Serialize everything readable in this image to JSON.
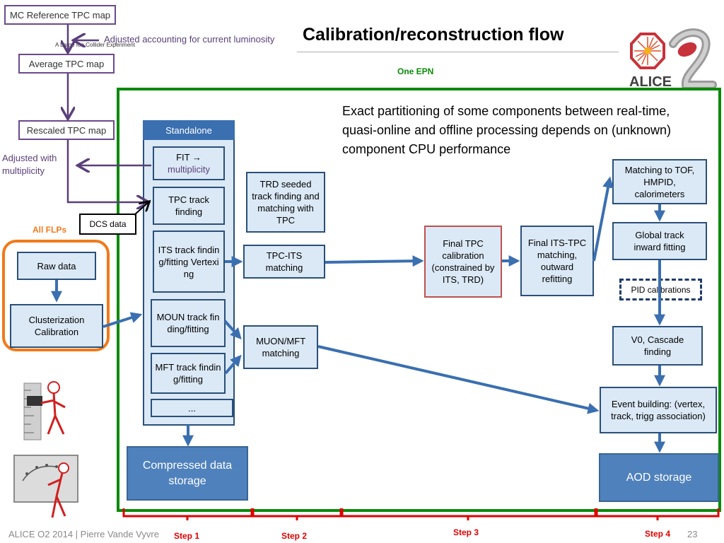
{
  "slide": {
    "title": "Calibration/reconstruction flow",
    "footer": "ALICE O2  2014 |  Pierre Vande Vyvre",
    "page_number": "23",
    "colors": {
      "box_fill": "#dbe9f6",
      "box_border": "#2a4f7a",
      "epn_green": "#0a8a0a",
      "flp_orange": "#f07a1a",
      "steps_red": "#e00000",
      "map_purple": "#6a4a8c",
      "storage_blue": "#4f81bd"
    }
  },
  "logo": {
    "name": "ALICE",
    "tagline": "A Large Ion Collider Experiment",
    "version_mark": "2"
  },
  "tpc_maps": {
    "mc_reference": "MC Reference TPC map",
    "average": "Average TPC map",
    "rescaled": "Rescaled TPC map",
    "luminosity_note": "Adjusted accounting for current luminosity",
    "multiplicity_note": "Adjusted with multiplicity"
  },
  "epn": {
    "label": "One EPN",
    "note": "Exact partitioning of some components between real-time, quasi-online and offline processing depends on (unknown) component CPU performance"
  },
  "flp": {
    "label": "All FLPs",
    "raw_data": "Raw data",
    "clusterization": "Clusterization Calibration"
  },
  "dcs": "DCS data",
  "standalone": {
    "header": "Standalone",
    "fit_line1": "FIT →",
    "fit_line2": "multiplicity",
    "tpc": "TPC track finding",
    "its": "ITS track finding/fitting Vertexing",
    "moun": "MOUN track finding/fitting",
    "mft": "MFT track finding/fitting",
    "more": "..."
  },
  "step2": {
    "trd": "TRD seeded track finding and matching with TPC",
    "tpc_its": "TPC-ITS matching",
    "muon_mft": "MUON/MFT matching"
  },
  "step3": {
    "final_tpc": "Final TPC calibration (constrained by ITS, TRD)",
    "final_its_tpc": "Final ITS-TPC matching, outward refitting"
  },
  "step4": {
    "matching": "Matching to TOF, HMPID, calorimeters",
    "global": "Global track inward fitting",
    "pid": "PID calibrations",
    "v0": "V0, Cascade finding",
    "event": "Event building: (vertex, track, trigg association)"
  },
  "storage": {
    "compressed": "Compressed data storage",
    "aod": "AOD storage"
  },
  "steps": [
    "Step 1",
    "Step 2",
    "Step 3",
    "Step 4"
  ]
}
